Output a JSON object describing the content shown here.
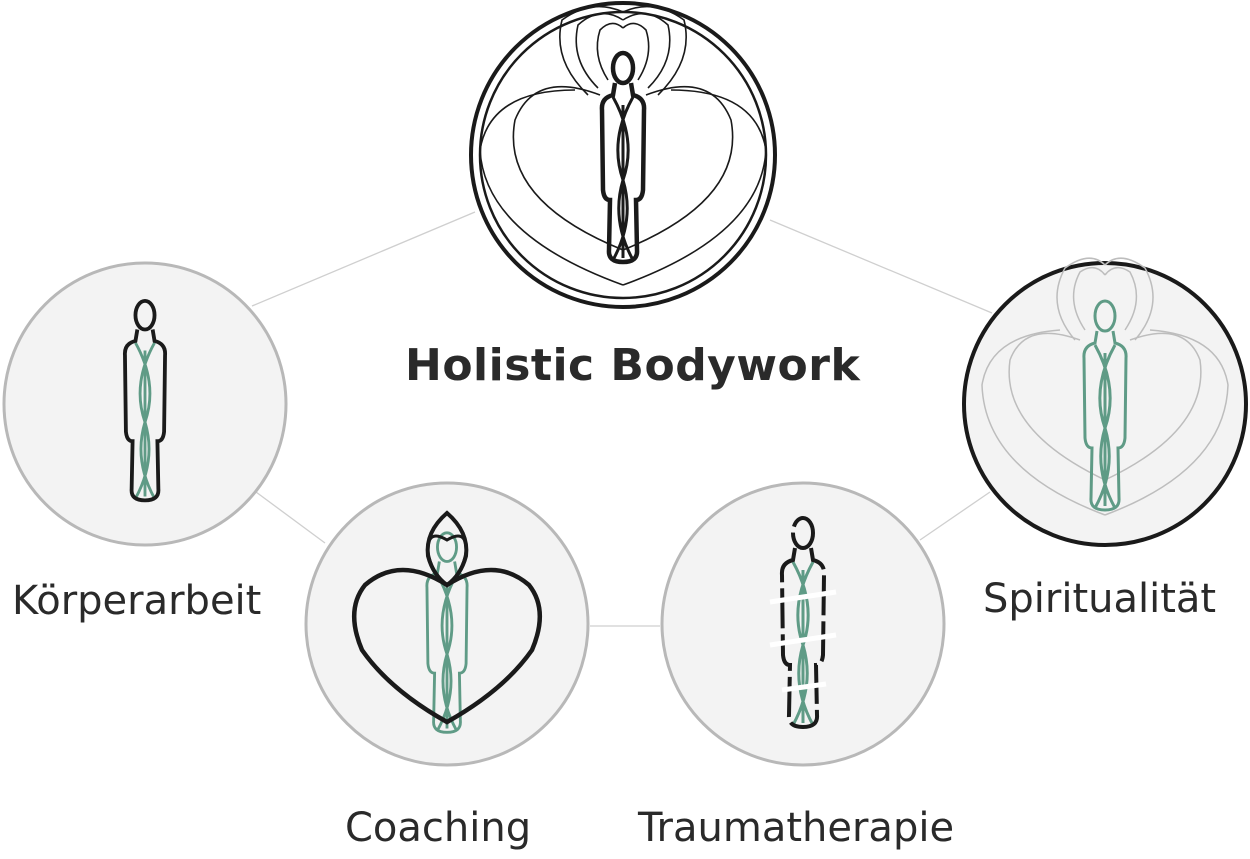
{
  "title": "Holistic Bodywork",
  "nodes": {
    "koerperarbeit": {
      "label": "Körperarbeit",
      "icon": "figure-icon"
    },
    "coaching": {
      "label": "Coaching",
      "icon": "heart-figure-icon"
    },
    "traumatherapie": {
      "label": "Traumatherapie",
      "icon": "bound-figure-icon"
    },
    "spiritualitaet": {
      "label": "Spiritualität",
      "icon": "aura-figure-icon"
    },
    "holistic": {
      "label": "Holistic Bodywork",
      "icon": "holistic-logo-icon"
    }
  },
  "colors": {
    "accent": "#5f9b86",
    "line": "#1a1a1a",
    "circle_fill": "#f3f3f3",
    "circle_border": "#b8b8b8",
    "connector": "#cfcfcf",
    "text": "#2a2a2a"
  }
}
